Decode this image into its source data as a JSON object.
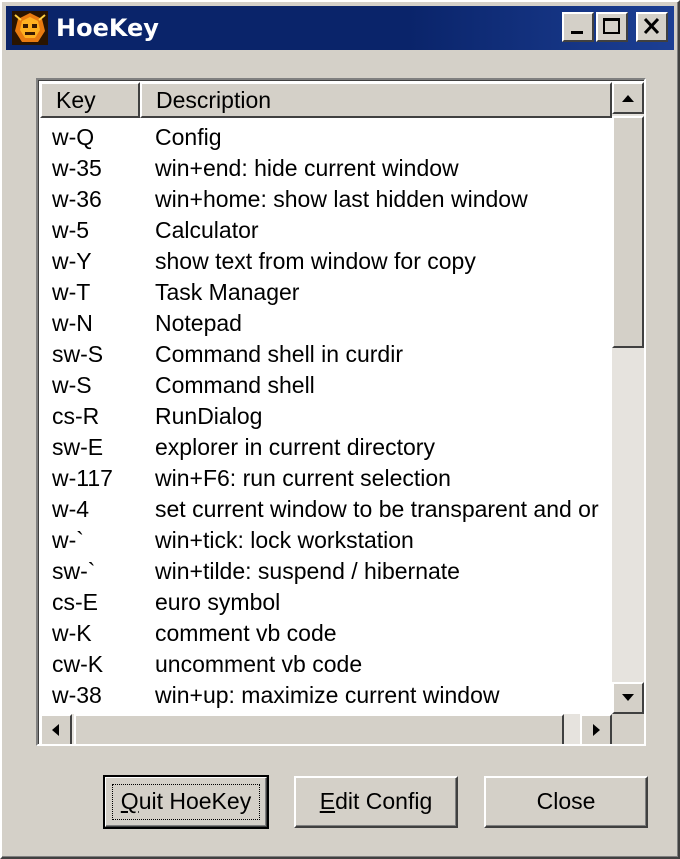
{
  "window": {
    "title": "HoeKey"
  },
  "list": {
    "columns": [
      "Key",
      "Description"
    ],
    "rows": [
      {
        "key": "w-Q",
        "desc": "Config"
      },
      {
        "key": "w-35",
        "desc": "win+end: hide current window"
      },
      {
        "key": "w-36",
        "desc": "win+home: show last hidden window"
      },
      {
        "key": "w-5",
        "desc": "Calculator"
      },
      {
        "key": "w-Y",
        "desc": "show text from window for copy"
      },
      {
        "key": "w-T",
        "desc": "Task Manager"
      },
      {
        "key": "w-N",
        "desc": "Notepad"
      },
      {
        "key": "sw-S",
        "desc": "Command shell in curdir"
      },
      {
        "key": "w-S",
        "desc": "Command shell"
      },
      {
        "key": "cs-R",
        "desc": "RunDialog"
      },
      {
        "key": "sw-E",
        "desc": "explorer in current directory"
      },
      {
        "key": "w-117",
        "desc": "win+F6: run current selection"
      },
      {
        "key": "w-4",
        "desc": "set current window to be transparent and or"
      },
      {
        "key": "w-`",
        "desc": "win+tick: lock workstation"
      },
      {
        "key": "sw-`",
        "desc": "win+tilde: suspend / hibernate"
      },
      {
        "key": "cs-E",
        "desc": "euro symbol"
      },
      {
        "key": "w-K",
        "desc": "comment vb code"
      },
      {
        "key": "cw-K",
        "desc": "uncomment vb code"
      },
      {
        "key": "w-38",
        "desc": "win+up: maximize current window"
      }
    ]
  },
  "buttons": {
    "quit": {
      "mnemonic": "Q",
      "rest": "uit HoeKey"
    },
    "edit": {
      "mnemonic": "E",
      "rest": "dit Config"
    },
    "close": "Close"
  },
  "icons": {
    "app": "hoekey-app-icon",
    "minimize": "minimize-icon",
    "maximize": "maximize-icon",
    "close": "close-icon",
    "scroll_up": "arrow-up-icon",
    "scroll_down": "arrow-down-icon",
    "scroll_left": "arrow-left-icon",
    "scroll_right": "arrow-right-icon"
  },
  "colors": {
    "titlebar": "#0a246a",
    "face": "#d4d0c8"
  }
}
